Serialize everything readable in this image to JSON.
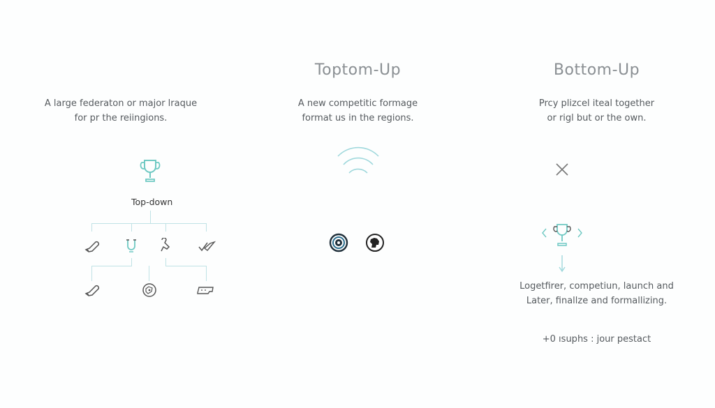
{
  "columns": {
    "left": {
      "description_lines": [
        "A large federaton or major lraque",
        "for pr the reiingions."
      ],
      "node_label": "Top-down"
    },
    "middle": {
      "heading": "Toptom-Up",
      "description_lines": [
        "A new competitic formage",
        "format us in the regions."
      ]
    },
    "right": {
      "heading": "Bottom-Up",
      "description_lines": [
        "Prcy plizcel iteal together",
        "or rigl but or the own."
      ],
      "summary_lines": [
        "Logetfirer, competiun, launch and",
        "Later, finallze and formallizing."
      ],
      "footnote": "+0 ısuphs : jour pestact"
    }
  },
  "colors": {
    "accent_teal": "#6fc9c3",
    "line_teal": "#bfe2e5",
    "text_gray": "#555a5e",
    "heading_gray": "#8a8f93"
  }
}
